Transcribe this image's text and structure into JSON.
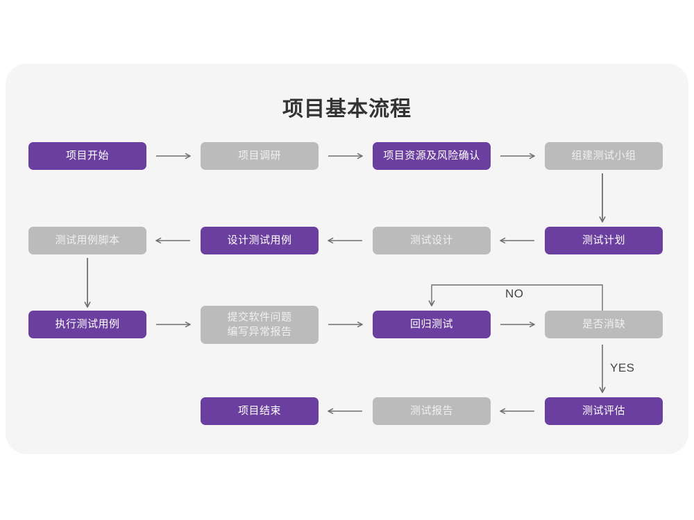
{
  "page": {
    "background_color": "#ffffff",
    "card_background_color": "#f5f5f5",
    "accent_purple": "#6b3fa0",
    "accent_gray": "#bbbbbb",
    "connector_color": "#6e6e6e",
    "title": "项目基本流程"
  },
  "chart_data": {
    "type": "diagram",
    "title": "项目基本流程",
    "nodes": [
      {
        "id": "n1",
        "label": "项目开始",
        "style": "purple",
        "row": 1,
        "col": 1
      },
      {
        "id": "n2",
        "label": "项目调研",
        "style": "gray",
        "row": 1,
        "col": 2
      },
      {
        "id": "n3",
        "label": "项目资源及风险确认",
        "style": "purple",
        "row": 1,
        "col": 3
      },
      {
        "id": "n4",
        "label": "组建测试小组",
        "style": "gray",
        "row": 1,
        "col": 4
      },
      {
        "id": "n5",
        "label": "测试用例脚本",
        "style": "gray",
        "row": 2,
        "col": 1
      },
      {
        "id": "n6",
        "label": "设计测试用例",
        "style": "purple",
        "row": 2,
        "col": 2
      },
      {
        "id": "n7",
        "label": "测试设计",
        "style": "gray",
        "row": 2,
        "col": 3
      },
      {
        "id": "n8",
        "label": "测试计划",
        "style": "purple",
        "row": 2,
        "col": 4
      },
      {
        "id": "n9",
        "label": "执行测试用例",
        "style": "purple",
        "row": 3,
        "col": 1
      },
      {
        "id": "n10",
        "label": "提交软件问题\n编写异常报告",
        "style": "gray",
        "row": 3,
        "col": 2
      },
      {
        "id": "n11",
        "label": "回归测试",
        "style": "purple",
        "row": 3,
        "col": 3
      },
      {
        "id": "n12",
        "label": "是否消缺",
        "style": "gray",
        "row": 3,
        "col": 4
      },
      {
        "id": "n13",
        "label": "项目结束",
        "style": "purple",
        "row": 4,
        "col": 2
      },
      {
        "id": "n14",
        "label": "测试报告",
        "style": "gray",
        "row": 4,
        "col": 3
      },
      {
        "id": "n15",
        "label": "测试评估",
        "style": "purple",
        "row": 4,
        "col": 4
      }
    ],
    "edges": [
      {
        "from": "n1",
        "to": "n2",
        "direction": "right",
        "label": ""
      },
      {
        "from": "n2",
        "to": "n3",
        "direction": "right",
        "label": ""
      },
      {
        "from": "n3",
        "to": "n4",
        "direction": "right",
        "label": ""
      },
      {
        "from": "n4",
        "to": "n8",
        "direction": "down",
        "label": ""
      },
      {
        "from": "n8",
        "to": "n7",
        "direction": "left",
        "label": ""
      },
      {
        "from": "n7",
        "to": "n6",
        "direction": "left",
        "label": ""
      },
      {
        "from": "n6",
        "to": "n5",
        "direction": "left",
        "label": ""
      },
      {
        "from": "n5",
        "to": "n9",
        "direction": "down",
        "label": ""
      },
      {
        "from": "n9",
        "to": "n10",
        "direction": "right",
        "label": ""
      },
      {
        "from": "n10",
        "to": "n11",
        "direction": "right",
        "label": ""
      },
      {
        "from": "n11",
        "to": "n12",
        "direction": "right",
        "label": ""
      },
      {
        "from": "n12",
        "to": "n11",
        "direction": "loop-up-back",
        "label": "NO"
      },
      {
        "from": "n12",
        "to": "n15",
        "direction": "down",
        "label": "YES"
      },
      {
        "from": "n15",
        "to": "n14",
        "direction": "left",
        "label": ""
      },
      {
        "from": "n14",
        "to": "n13",
        "direction": "left",
        "label": ""
      }
    ],
    "edge_labels": {
      "no": "NO",
      "yes": "YES"
    }
  }
}
